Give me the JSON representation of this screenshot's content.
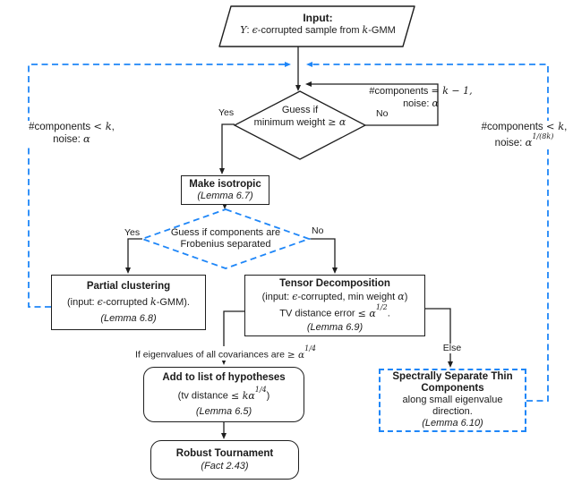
{
  "colors": {
    "accent_blue": "#1e86f8",
    "line_black": "#1f1f1f",
    "background": "#ffffff"
  },
  "flowchart": {
    "input": {
      "title": "Input:",
      "subtitle_html": "<i class='m'>Y</i>: <i class='m'>ϵ</i>-corrupted sample from <i class='m'>k</i>-GMM"
    },
    "decision_min_weight": {
      "line1": "Guess if",
      "line2_html": "minimum weight <span class='m'>≥ <i>α</i></span>"
    },
    "loopback_label": {
      "line1_html": "#components <span class='m'>= <i>k</i> − 1,</span>",
      "line2_html": "noise: <i class='m'>α</i>"
    },
    "left_return_label": {
      "line1_html": "#components <span class='m'>&lt; <i>k</i></span>,",
      "line2_html": "noise: <i class='m'>α</i>"
    },
    "right_return_label": {
      "line1_html": "#components <span class='m'>&lt; <i>k</i></span>,",
      "line2_html": "noise: <span class='m'><i>α</i><sup>1/(8<i>k</i>)</sup></span>"
    },
    "branch_labels": {
      "yes1": "Yes",
      "no1": "No",
      "yes2": "Yes",
      "no2": "No",
      "else_label": "Else"
    },
    "make_isotropic": {
      "title": "Make isotropic",
      "lemma": "(Lemma 6.7)"
    },
    "decision_frobenius": {
      "line1": "Guess if components are",
      "line2": "Frobenius separated"
    },
    "partial_clustering": {
      "title": "Partial clustering",
      "line2_html": "(input: <i class='m'>ϵ</i>-corrupted <i class='m'>k</i>-GMM).",
      "lemma": "(Lemma 6.8)"
    },
    "tensor_decomposition": {
      "title": "Tensor Decomposition",
      "line2_html": "(input: <i class='m'>ϵ</i>-corrupted, min weight <i class='m'>α</i>)",
      "line3_html": "TV distance error <span class='m'>≤ <i>α</i><sup>1/2</sup></span>.",
      "lemma": "(Lemma 6.9)"
    },
    "eigenvalue_condition_html": "If eigenvalues of all covariances are <span class='m'>≥ <i>α</i><sup>1/4</sup></span>",
    "add_hypotheses": {
      "title": "Add to list of hypotheses",
      "line2_html": "(tv distance <span class='m'>≤ <i>kα</i><sup>1/4</sup></span>)",
      "lemma": "(Lemma 6.5)"
    },
    "robust_tournament": {
      "title": "Robust Tournament",
      "fact": "(Fact 2.43)"
    },
    "spectral_separation": {
      "title_line1": "Spectrally Separate Thin",
      "title_line2": "Components",
      "line3": "along small eigenvalue direction.",
      "lemma": "(Lemma 6.10)"
    }
  }
}
